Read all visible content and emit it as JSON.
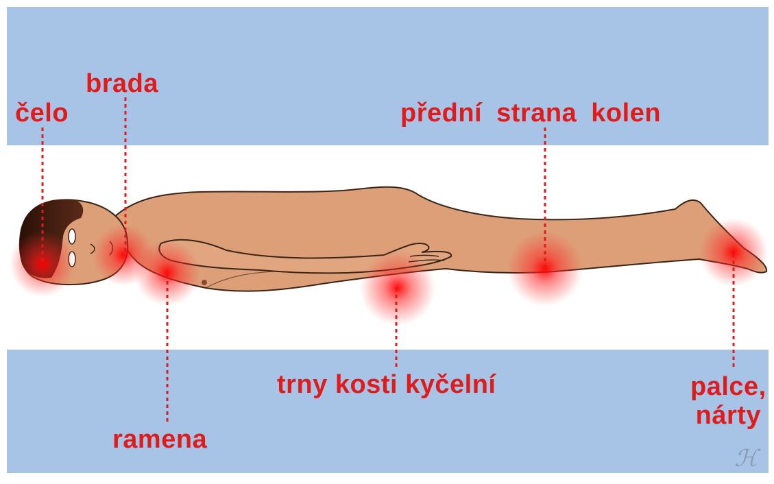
{
  "colors": {
    "band": "#a7c4e6",
    "mattress": "#ffffff",
    "skin": "#dd9f78",
    "outline": "#3a2418",
    "hair": "#3a1a10",
    "pressure": "#ff1a1a",
    "label": "#e01b1b"
  },
  "labels": {
    "celo": "čelo",
    "brada": "brada",
    "predni": "přední strana kolen",
    "trny": "trny kosti kyčelní",
    "ramena": "ramena",
    "palce_line1": "palce,",
    "palce_line2": "nárty"
  },
  "signature": "ℋ",
  "icons": [
    "pressure-point-icon",
    "leader-line"
  ]
}
